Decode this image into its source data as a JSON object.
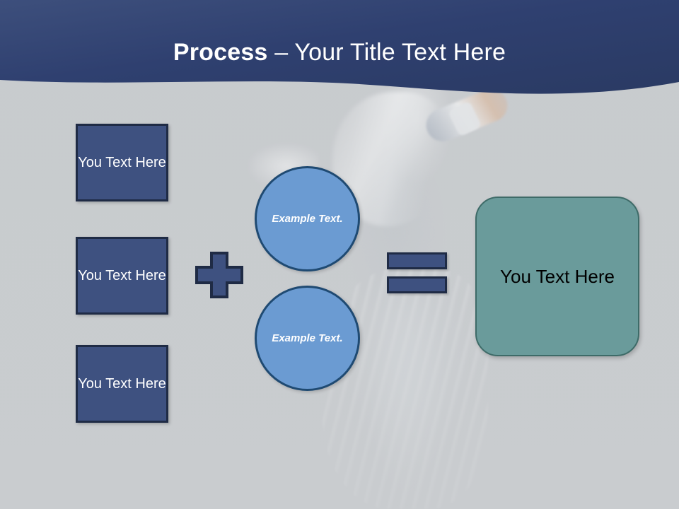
{
  "slide": {
    "title": {
      "bold_part": "Process",
      "rest_part": " – Your Title Text Here"
    },
    "theme": {
      "header_blue_dark": "#2b3c66",
      "header_blue_light": "#4a5d8c",
      "box_blue_fill": "#3e5180",
      "box_blue_border": "#1f2b45",
      "circle_blue_fill": "#6b9bd2",
      "circle_blue_border": "#1f4a72",
      "result_teal_fill": "#6a9b9b",
      "result_teal_border": "#3e6b68",
      "background_gray": "#c9cccf",
      "title_text_color": "#ffffff",
      "result_text_color": "#000000"
    },
    "input_boxes": [
      {
        "label": "You Text Here"
      },
      {
        "label": "You Text Here"
      },
      {
        "label": "You Text Here"
      }
    ],
    "operators": {
      "plus": "+",
      "equals": "="
    },
    "circles": [
      {
        "label": "Example Text."
      },
      {
        "label": "Example Text."
      }
    ],
    "result": {
      "label": "You Text Here"
    }
  }
}
